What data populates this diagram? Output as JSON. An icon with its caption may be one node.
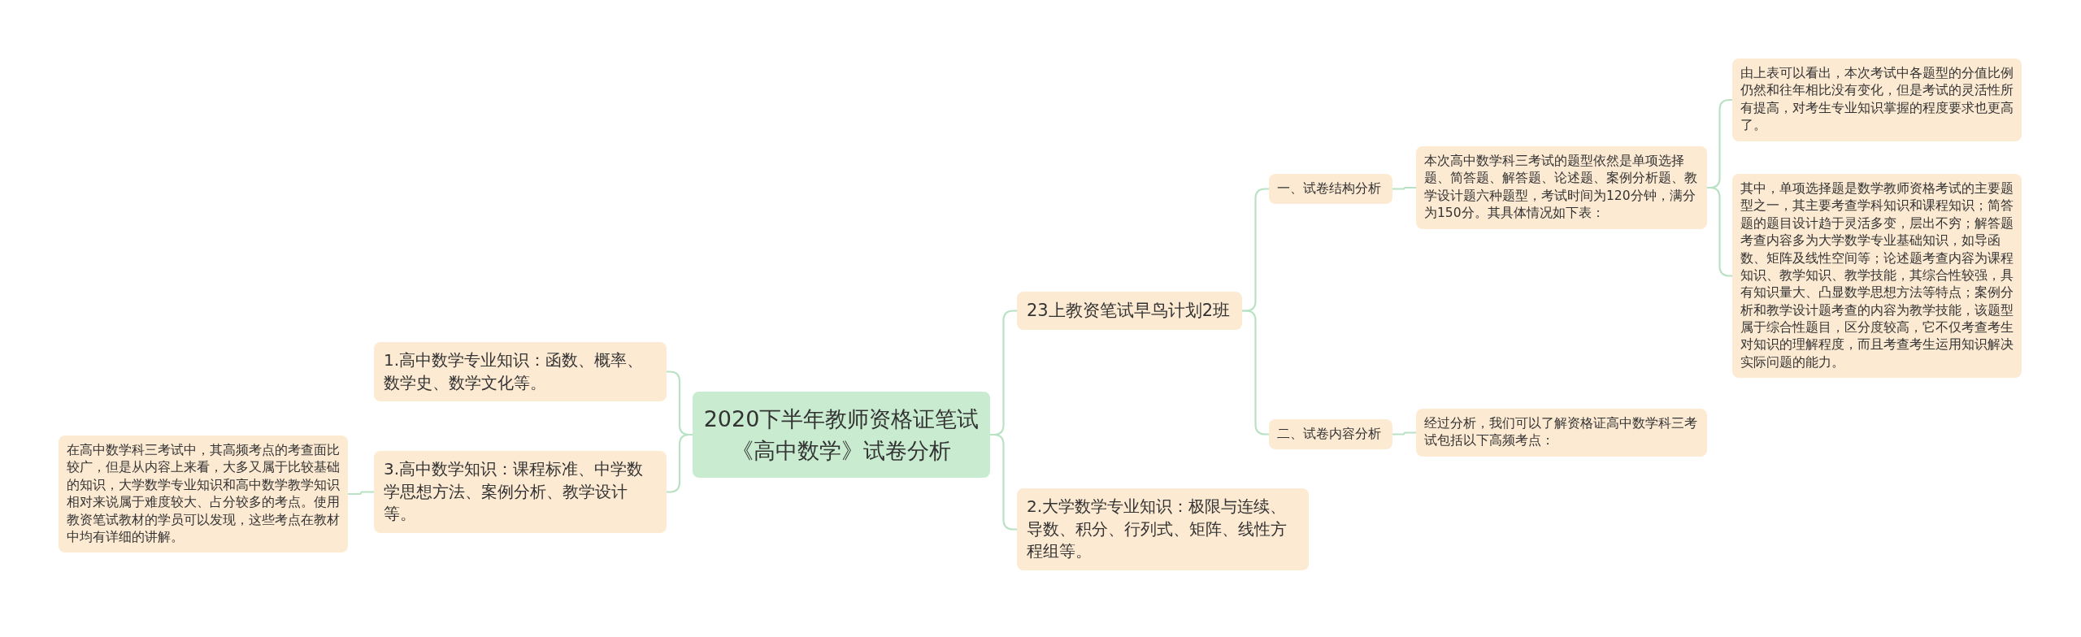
{
  "diagram": {
    "nodes": [
      {
        "text": [
          "2020下半年教师资格证笔试《高中数学》试卷分析"
        ]
      },
      {
        "text": [
          "1.高中数学专业知识：函数、概率、数学史、数学文化等。"
        ]
      },
      {
        "text": [
          "3.高中数学知识：课程标准、中学数学思想方法、案例分析、教学设计等。"
        ]
      },
      {
        "text": [
          "在高中数学科三考试中，其高频考点的考查面比较广，但是从内容上来看，大多又属于比较基础的知识，大学数学专业知识和高中数学教学知识相对来说属于难度较大、占分较多的考点。使用教资笔试教材的学员可以发现，这些考点在教材中均有详细的讲解。"
        ]
      },
      {
        "text": [
          "23上教资笔试早鸟计划2班"
        ]
      },
      {
        "text": [
          "2.大学数学专业知识：极限与连续、导数、积分、行列式、矩阵、线性方程组等。"
        ]
      },
      {
        "text": [
          "一、试卷结构分析"
        ]
      },
      {
        "text": [
          "二、试卷内容分析"
        ]
      },
      {
        "text": [
          "本次高中数学科三考试的题型依然是单项选择题、简答题、解答题、论述题、案例分析题、教学设计题六种题型，考试时间为120分钟，满分为150分。其具体情况如下表："
        ]
      },
      {
        "text": [
          "经过分析，我们可以了解资格证高中数学科三考试包括以下高频考点："
        ]
      },
      {
        "text": [
          "由上表可以看出，本次考试中各题型的分值比例仍然和往年相比没有变化，但是考试的灵活性所有提高，对考生专业知识掌握的程度要求也更高了。"
        ]
      },
      {
        "text": [
          "其中，单项选择题是数学教师资格考试的主要题型之一，其主要考查学科知识和课程知识；简答题的题目设计趋于灵活多变，层出不穷；解答题考查内容多为大学数学专业基础知识，如导函数、矩阵及线性空间等；论述题考查内容为课程知识、教学知识、教学技能，其综合性较强，具有知识量大、凸显数学思想方法等特点；案例分析和教学设计题考查的内容为教学技能，该题型属于综合性题目，区分度较高，它不仅考查考生对知识的理解程度，而且考查考生运用知识解决实际问题的能力。"
        ]
      }
    ],
    "edges": [
      {
        "from": 0,
        "to": 1,
        "arrow": "none"
      },
      {
        "from": 0,
        "to": 2,
        "arrow": "none"
      },
      {
        "from": 2,
        "to": 3,
        "arrow": "none"
      },
      {
        "from": 0,
        "to": 4,
        "arrow": "none"
      },
      {
        "from": 0,
        "to": 5,
        "arrow": "none"
      },
      {
        "from": 4,
        "to": 6,
        "arrow": "none"
      },
      {
        "from": 4,
        "to": 7,
        "arrow": "none"
      },
      {
        "from": 6,
        "to": 8,
        "arrow": "none"
      },
      {
        "from": 7,
        "to": 9,
        "arrow": "none"
      },
      {
        "from": 8,
        "to": 10,
        "arrow": "none"
      },
      {
        "from": 8,
        "to": 11,
        "arrow": "none"
      }
    ]
  }
}
